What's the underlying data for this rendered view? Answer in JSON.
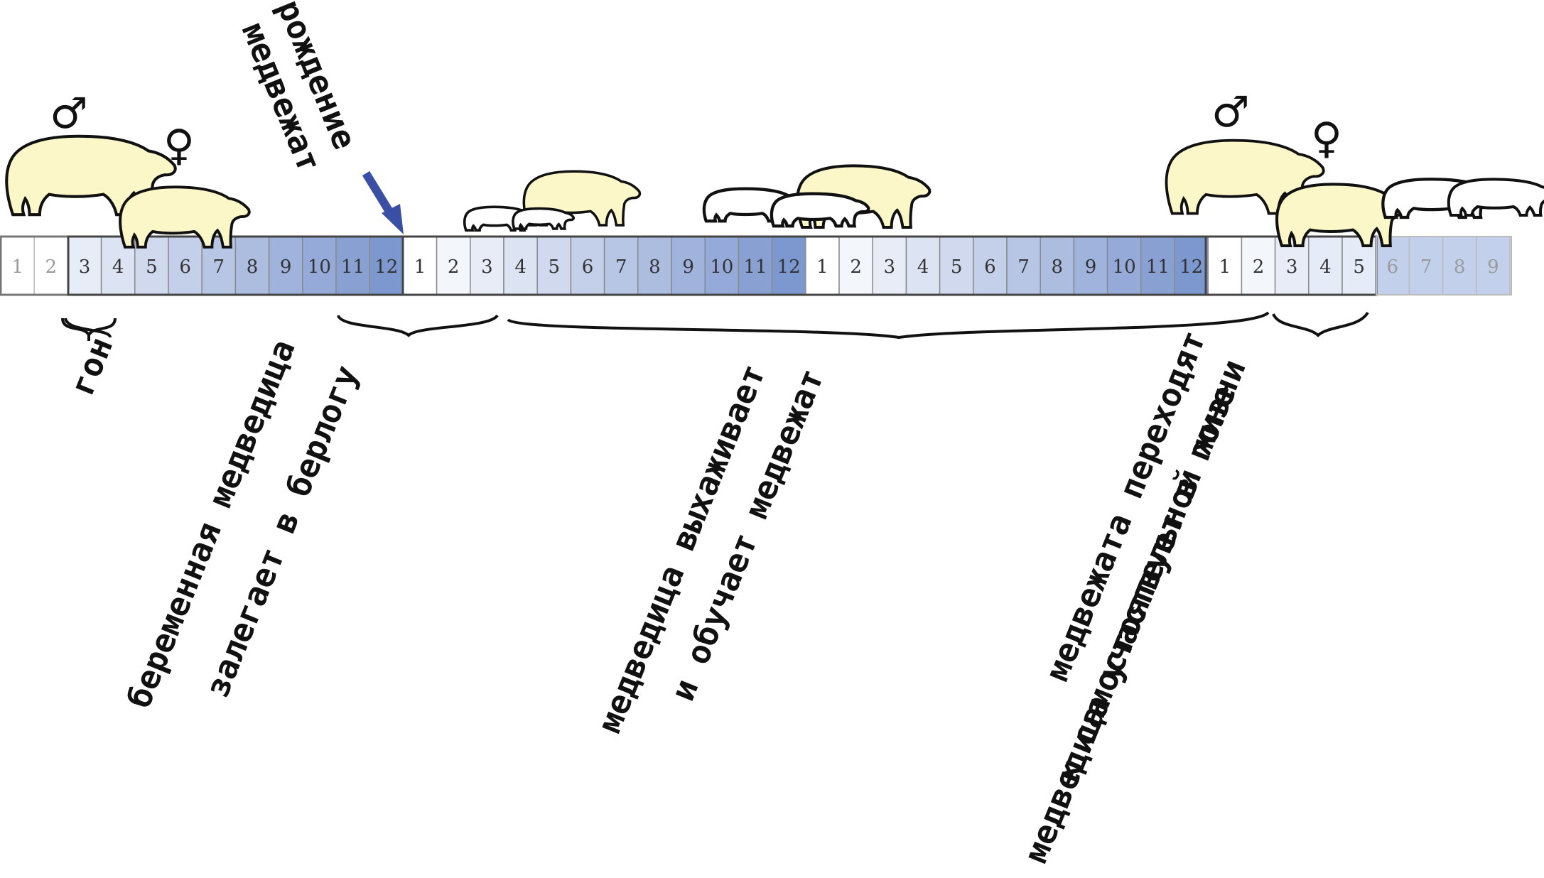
{
  "colors": {
    "bear_adult": "#fbf7c9",
    "bear_cub": "#ffffff",
    "outline": "#111111",
    "arrow": "#3a4fa3",
    "cell_light": "#ffffff",
    "cell_dark": "#7d97cf"
  },
  "timeline": {
    "months": [
      1,
      2,
      3,
      4,
      5,
      6,
      7,
      8,
      9,
      10,
      11,
      12,
      1,
      2,
      3,
      4,
      5,
      6,
      7,
      8,
      9,
      10,
      11,
      12,
      1,
      2,
      3,
      4,
      5,
      6,
      7,
      8,
      9,
      10,
      11,
      12,
      1,
      2,
      3,
      4,
      5,
      6,
      7,
      8,
      9
    ]
  },
  "symbols": {
    "male": "♂",
    "female": "♀"
  },
  "labels": {
    "birth_line1": "рождение",
    "birth_line2": "медвежат",
    "rut": "гон",
    "den_line1": "беременная медведица",
    "den_line2": "залегает в берлогу",
    "rear_line1": "медведица выхаживает",
    "rear_line2": "и обучает медвежат",
    "indep_line1": "медвежата переходят",
    "indep_line2": "к самостоятельной жизни",
    "indep_line3": "медведица участвует в гоне"
  },
  "icons": [
    "male-symbol-icon",
    "female-symbol-icon",
    "polar-bear-icon",
    "polar-bear-cub-icon",
    "blue-arrow-icon",
    "curly-brace-icon"
  ]
}
